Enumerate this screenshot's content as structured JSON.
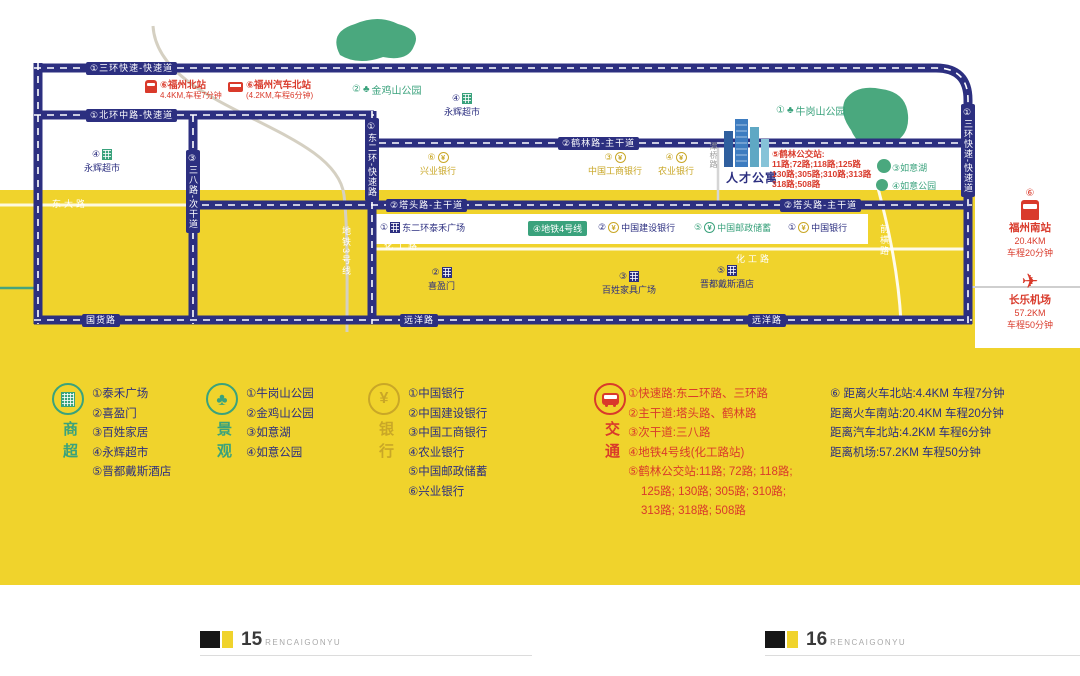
{
  "icons": {
    "yuan": "¥",
    "tree": "♣",
    "plane": "✈"
  },
  "roads": {
    "sanhuan_top": "①三环快速-快速道",
    "beihuan": "①北环中路-快速道",
    "helin": "②鹤林路-主干道",
    "tatou_l": "②塔头路-主干道",
    "tatou_r": "②塔头路-主干道",
    "sanhuan_r": "①三环快速-快速道",
    "sanba": "③三八路-次干道",
    "dongerhuan": "①东二环-快速路",
    "huagong_l": "化工路",
    "huagong_r": "化工路",
    "yuanyang_l": "远洋路",
    "yuanyang_r": "远洋路",
    "guohuo": "国货路",
    "dongda": "东大路",
    "metro3": "地铁3号线",
    "qianheng": "前横路",
    "tanqiao": "潭桥路",
    "metro4": "④地铁4号线"
  },
  "poi": {
    "north_station": {
      "title": "⑥福州北站",
      "sub": "4.4KM,车程7分钟"
    },
    "north_bus": {
      "title": "⑥福州汽车北站",
      "sub": "(4.2KM,车程6分钟)"
    },
    "jinjishan": {
      "num": "②",
      "name": "金鸡山公园"
    },
    "niugangshan": {
      "num": "①",
      "name": "牛岗山公园"
    },
    "yonghui_top": {
      "num": "④",
      "name": "永辉超市"
    },
    "yonghui_left": {
      "num": "④",
      "name": "永辉超市"
    },
    "property": "人才公寓",
    "bus_stop": {
      "l1": "⑤鹤林公交站:",
      "l2": "11路;72路;118路;125路",
      "l3": "130路;305路;310路;313路",
      "l4": "318路;508路"
    },
    "ruyi_lake": "③如意湖",
    "ruyi_park": "④如意公园",
    "xingye": {
      "num": "⑥",
      "name": "兴业银行"
    },
    "icbc": {
      "num": "③",
      "name": "中国工商银行"
    },
    "abc": {
      "num": "④",
      "name": "农业银行"
    },
    "taihe": {
      "num": "①",
      "name": "东二环泰禾广场"
    },
    "ccb": {
      "num": "②",
      "name": "中国建设银行"
    },
    "psbc": {
      "num": "⑤",
      "name": "中国邮政储蓄"
    },
    "boc": {
      "num": "①",
      "name": "中国银行"
    },
    "xiyingmen": {
      "num": "②",
      "name": "喜盈门"
    },
    "baixing": {
      "num": "③",
      "name": "百姓家具广场"
    },
    "jindu": {
      "num": "⑤",
      "name": "晋都戴斯酒店"
    },
    "south_station": {
      "num": "⑥",
      "name": "福州南站",
      "dist": "20.4KM",
      "time": "车程20分钟"
    },
    "airport": {
      "name": "长乐机场",
      "dist": "57.2KM",
      "time": "车程50分钟"
    }
  },
  "legend": {
    "cols": [
      {
        "title": "商超",
        "items": [
          "①泰禾广场",
          "②喜盈门",
          "③百姓家居",
          "④永辉超市",
          "⑤晋都戴斯酒店"
        ]
      },
      {
        "title": "景观",
        "items": [
          "①牛岗山公园",
          "②金鸡山公园",
          "③如意湖",
          "④如意公园"
        ]
      },
      {
        "title": "银行",
        "items": [
          "①中国银行",
          "②中国建设银行",
          "③中国工商银行",
          "④农业银行",
          "⑤中国邮政储蓄",
          "⑥兴业银行"
        ]
      },
      {
        "title": "交通",
        "items": [
          "①快速路:东二环路、三环路",
          "②主干道:塔头路、鹤林路",
          "③次干道:三八路",
          "④地铁4号线(化工路站)",
          "⑤鹤林公交站:11路; 72路; 118路;",
          "125路; 130路; 305路; 310路;",
          "313路; 318路; 508路"
        ]
      }
    ],
    "distances": [
      "⑥ 距离火车北站:4.4KM  车程7分钟",
      "距离火车南站:20.4KM 车程20分钟",
      "距离汽车北站:4.2KM  车程6分钟",
      "距离机场:57.2KM  车程50分钟"
    ]
  },
  "footer": {
    "pages": [
      {
        "num": "15",
        "brand": "RENCAIGONYU"
      },
      {
        "num": "16",
        "brand": "RENCAIGONYU"
      }
    ]
  },
  "colors": {
    "road_navy": "#2c2f80",
    "bg_yellow": "#f0d32c",
    "park_green": "#3aa27c",
    "accent_red": "#d93a2b",
    "bank_yellow": "#c9a727"
  }
}
